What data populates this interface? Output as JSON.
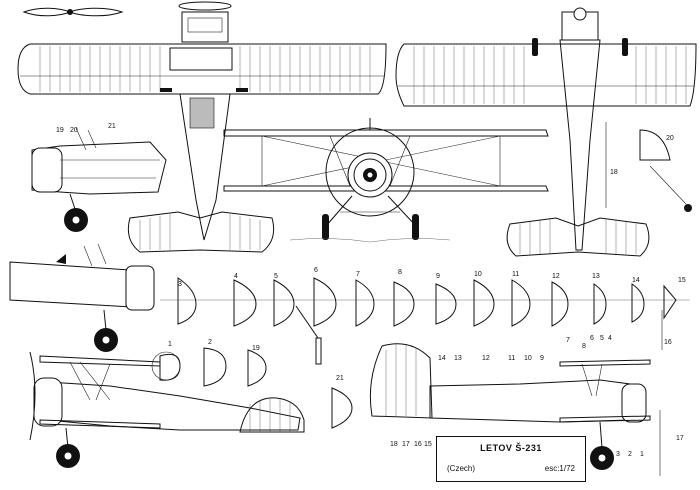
{
  "drawing": {
    "title": "LETOV Š-231",
    "country": "(Czech)",
    "scale": "esc:1/72"
  },
  "callouts": {
    "nose_detail": [
      "19",
      "20",
      "21"
    ],
    "tail_side": [
      "8",
      "7",
      "6",
      "5",
      "4",
      "14",
      "13",
      "12",
      "11",
      "10",
      "9"
    ],
    "tail_bottom": [
      "18",
      "17",
      "16",
      "15",
      "3",
      "2",
      "1"
    ],
    "ribs": [
      "3",
      "4",
      "5",
      "6",
      "7",
      "8",
      "9",
      "10",
      "11",
      "12",
      "13",
      "14",
      "15"
    ],
    "misc": [
      "1",
      "2",
      "19",
      "21",
      "16",
      "17",
      "18",
      "20"
    ]
  }
}
